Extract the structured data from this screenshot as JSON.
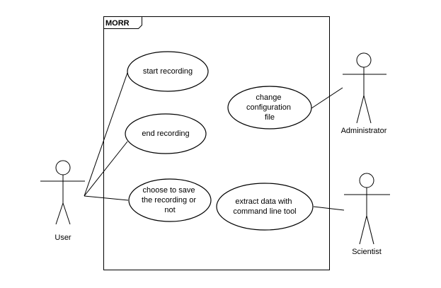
{
  "system": {
    "title": "MORR"
  },
  "actors": {
    "user": {
      "label": "User"
    },
    "administrator": {
      "label": "Administrator"
    },
    "scientist": {
      "label": "Scientist"
    }
  },
  "use_cases": {
    "start_recording": {
      "lines": [
        "start recording"
      ]
    },
    "end_recording": {
      "lines": [
        "end recording"
      ]
    },
    "choose_save": {
      "lines": [
        "choose to save",
        "the recording or",
        "not"
      ]
    },
    "change_config": {
      "lines": [
        "change",
        "configuration",
        "file"
      ]
    },
    "extract_data": {
      "lines": [
        "extract data with",
        "command line tool"
      ]
    }
  }
}
